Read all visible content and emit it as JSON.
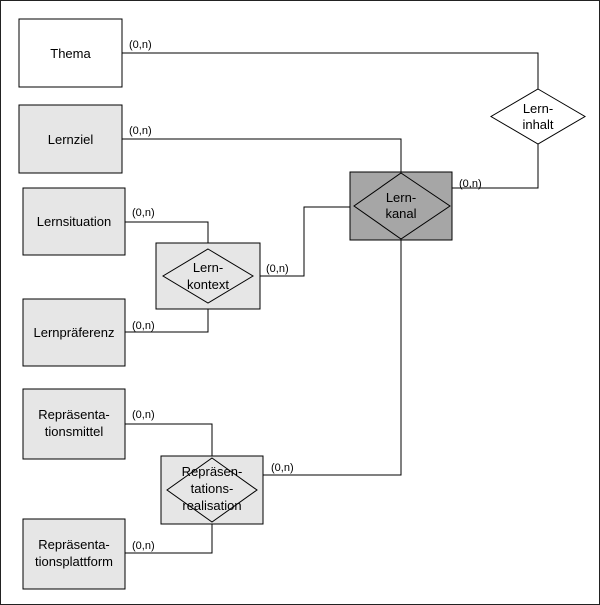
{
  "entities": {
    "thema": "Thema",
    "lernziel": "Lernziel",
    "lernsituation": "Lernsituation",
    "lernpraeferenz": "Lernpräferenz",
    "repraesentationsmittel": [
      "Repräsenta-",
      "tionsmittel"
    ],
    "repraesentationsplattform": [
      "Repräsenta-",
      "tionsplattform"
    ]
  },
  "relationships": {
    "lerninhalt": [
      "Lern-",
      "inhalt"
    ],
    "lernkanal": [
      "Lern-",
      "kanal"
    ],
    "lernkontext": [
      "Lern-",
      "kontext"
    ],
    "repraesentationsrealisation": [
      "Repräsen-",
      "tations-",
      "realisation"
    ]
  },
  "cardinalities": {
    "thema": "(0,n)",
    "lernziel": "(0,n)",
    "lernkanal_lerninhalt": "(0,n)",
    "lernsituation": "(0,n)",
    "lernkontext_lernkanal": "(0,n)",
    "lernpraeferenz": "(0,n)",
    "repraesentationsmittel": "(0,n)",
    "realisation_lernkanal": "(0,n)",
    "repraesentationsplattform": "(0,n)"
  },
  "colors": {
    "entity_fill": "#e6e6e6",
    "thema_fill": "#ffffff",
    "lernkanal_fill": "#a6a6a6",
    "background": "#ffffff",
    "stroke": "#000000"
  }
}
